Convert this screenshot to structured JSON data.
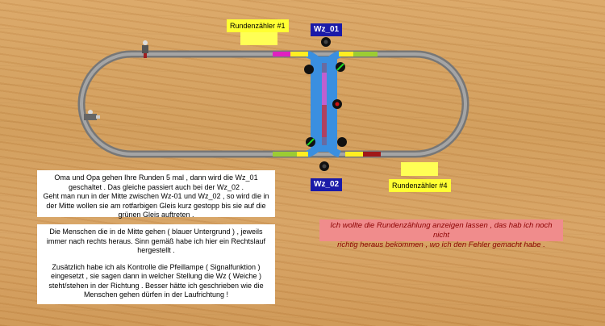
{
  "labels": {
    "counter1": "Rundenzähler #1",
    "counter4": "Rundenzähler #4",
    "wz01": "Wz_01",
    "wz02": "Wz_02"
  },
  "notes": {
    "note1": {
      "line1": "Oma und Opa gehen Ihre Runden 5 mal , dann wird die Wz_01",
      "line2": "geschaltet .  Das gleiche passiert auch bei der Wz_02 .",
      "line3": "Geht man nun in der Mitte zwischen Wz-01 und Wz_02 , so wird die in",
      "line4": "der Mitte wollen sie am rotfarbigen Gleis kurz gestopp bis sie auf die",
      "line5": "grünen Gleis auftreten ."
    },
    "note2": {
      "line1": "Die Menschen die in de Mitte gehen ( blauer Untergrund ) , jeweils",
      "line2": "immer nach rechts heraus. Sinn gemäß habe ich hier ein Rechtslauf",
      "line3": "hergestellt .",
      "line4": "Zusätzlich habe ich als Kontrolle die Pfeillampe ( Signalfunktion )",
      "line5": "eingesetzt , sie sagen dann in welcher Stellung die Wz ( Weiche )",
      "line6": "steht/stehen in der Richtung . Besser hätte ich geschrieben wie die",
      "line7": "Menschen gehen dürfen in der Laufrichtung !"
    },
    "note3": {
      "line1": "Ich wollte die Rundenzählung anzeigen lassen , das hab ich noch nicht",
      "line2": "richtig heraus bekommen , wo ich den Fehler gemacht habe ."
    }
  },
  "colors": {
    "track": "#8a8a8a",
    "center_blue": "#3a8fe0",
    "magenta": "#e020c0",
    "yellow": "#ffee22",
    "green": "#9ccc33",
    "red": "#a01818",
    "label_yellow": "#ffff33",
    "label_blue": "#1a1aa8",
    "note_red_bg": "#f08c8c"
  }
}
